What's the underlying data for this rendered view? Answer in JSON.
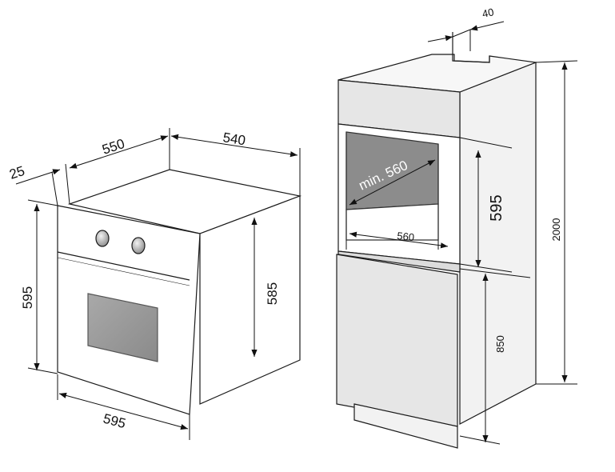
{
  "oven": {
    "dimensions": {
      "flange_depth": "25",
      "depth": "550",
      "width_top": "540",
      "front_height": "595",
      "body_height": "585",
      "front_width": "595"
    }
  },
  "cabinet": {
    "dimensions": {
      "vent_gap": "40",
      "niche_depth": "min. 560",
      "niche_width": "560",
      "niche_height": "595",
      "base_height": "850",
      "total_height": "2000"
    }
  },
  "colors": {
    "outline": "#1a1a1a",
    "cabinet_fill": "#e8e8e8",
    "cabinet_side": "#f2f2f2",
    "niche_fill": "#8c8c8c",
    "window_fill": "#9a9a9a",
    "knob_fill": "#bdbdbd"
  }
}
